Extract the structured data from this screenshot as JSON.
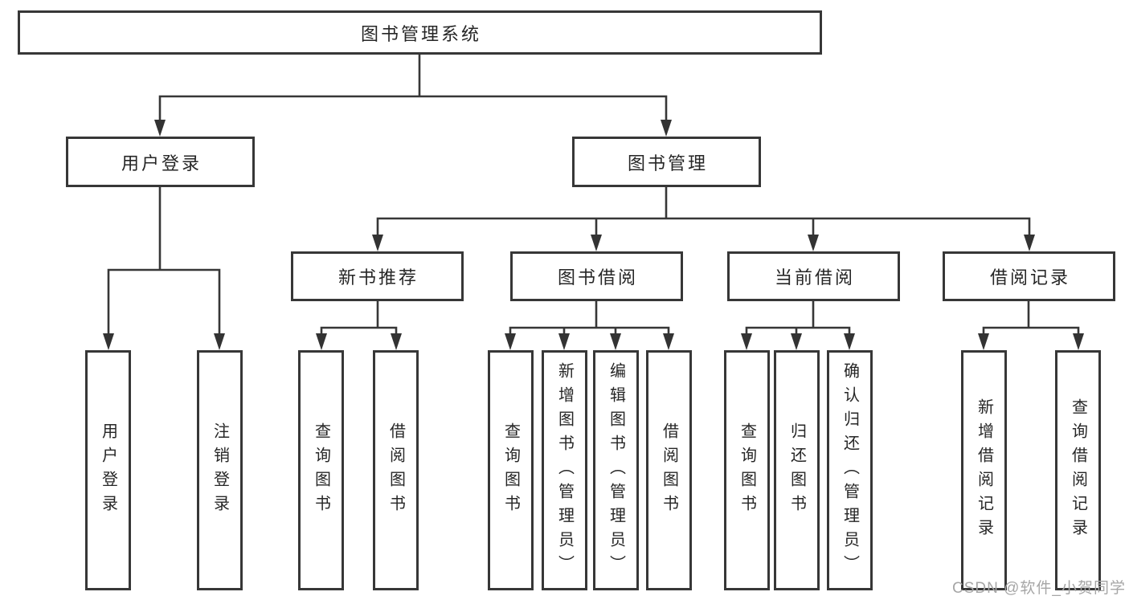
{
  "diagram": {
    "watermark": "CSDN @软件_小贺同学",
    "colors": {
      "line": "#373737",
      "text": "#262626",
      "box_background": "#ffffff",
      "watermark": "#a6a6a6"
    },
    "nodes": {
      "root": {
        "label": "图书管理系统"
      },
      "level2": [
        {
          "label": "用户登录"
        },
        {
          "label": "图书管理"
        }
      ],
      "level3": [
        {
          "parent": "图书管理",
          "label": "新书推荐"
        },
        {
          "parent": "图书管理",
          "label": "图书借阅"
        },
        {
          "parent": "图书管理",
          "label": "当前借阅"
        },
        {
          "parent": "图书管理",
          "label": "借阅记录"
        }
      ],
      "leaves": [
        {
          "parent": "用户登录",
          "label": "用户登录"
        },
        {
          "parent": "用户登录",
          "label": "注销登录"
        },
        {
          "parent": "新书推荐",
          "label": "查询图书"
        },
        {
          "parent": "新书推荐",
          "label": "借阅图书"
        },
        {
          "parent": "图书借阅",
          "label": "查询图书"
        },
        {
          "parent": "图书借阅",
          "label": "新增图书（管理员）"
        },
        {
          "parent": "图书借阅",
          "label": "编辑图书（管理员）"
        },
        {
          "parent": "图书借阅",
          "label": "借阅图书"
        },
        {
          "parent": "当前借阅",
          "label": "查询图书"
        },
        {
          "parent": "当前借阅",
          "label": "归还图书"
        },
        {
          "parent": "当前借阅",
          "label": "确认归还（管理员）"
        },
        {
          "parent": "借阅记录",
          "label": "新增借阅记录"
        },
        {
          "parent": "借阅记录",
          "label": "查询借阅记录"
        }
      ]
    }
  }
}
